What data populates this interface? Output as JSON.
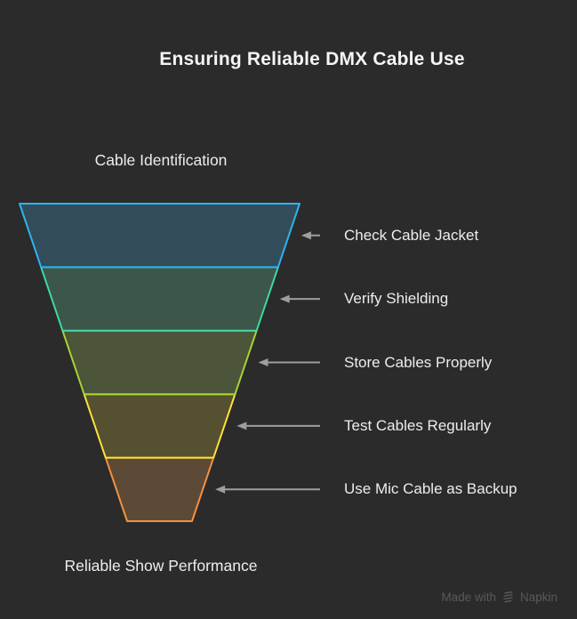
{
  "title": "Ensuring Reliable DMX Cable Use",
  "funnel": {
    "top_label": "Cable Identification",
    "bottom_label": "Reliable Show Performance",
    "arrow_color": "#9e9e9e",
    "segments": [
      {
        "label": "Check Cable Jacket",
        "border_color": "#2cb5f2",
        "fill_color": "#334c5a"
      },
      {
        "label": "Verify Shielding",
        "border_color": "#3ed9a1",
        "fill_color": "#3c564a"
      },
      {
        "label": "Store Cables Properly",
        "border_color": "#a6d434",
        "fill_color": "#4c5439"
      },
      {
        "label": "Test Cables Regularly",
        "border_color": "#ffe23b",
        "fill_color": "#55502f"
      },
      {
        "label": "Use Mic Cable as Backup",
        "border_color": "#f5903f",
        "fill_color": "#5d4a36"
      }
    ]
  },
  "chart_data": {
    "type": "funnel",
    "title": "Ensuring Reliable DMX Cable Use",
    "entry": "Cable Identification",
    "outcome": "Reliable Show Performance",
    "steps": [
      "Check Cable Jacket",
      "Verify Shielding",
      "Store Cables Properly",
      "Test Cables Regularly",
      "Use Mic Cable as Backup"
    ]
  },
  "watermark": {
    "prefix": "Made with",
    "brand": "Napkin"
  },
  "colors": {
    "background": "#2b2b2b",
    "text": "#ededed",
    "watermark": "#595959"
  }
}
